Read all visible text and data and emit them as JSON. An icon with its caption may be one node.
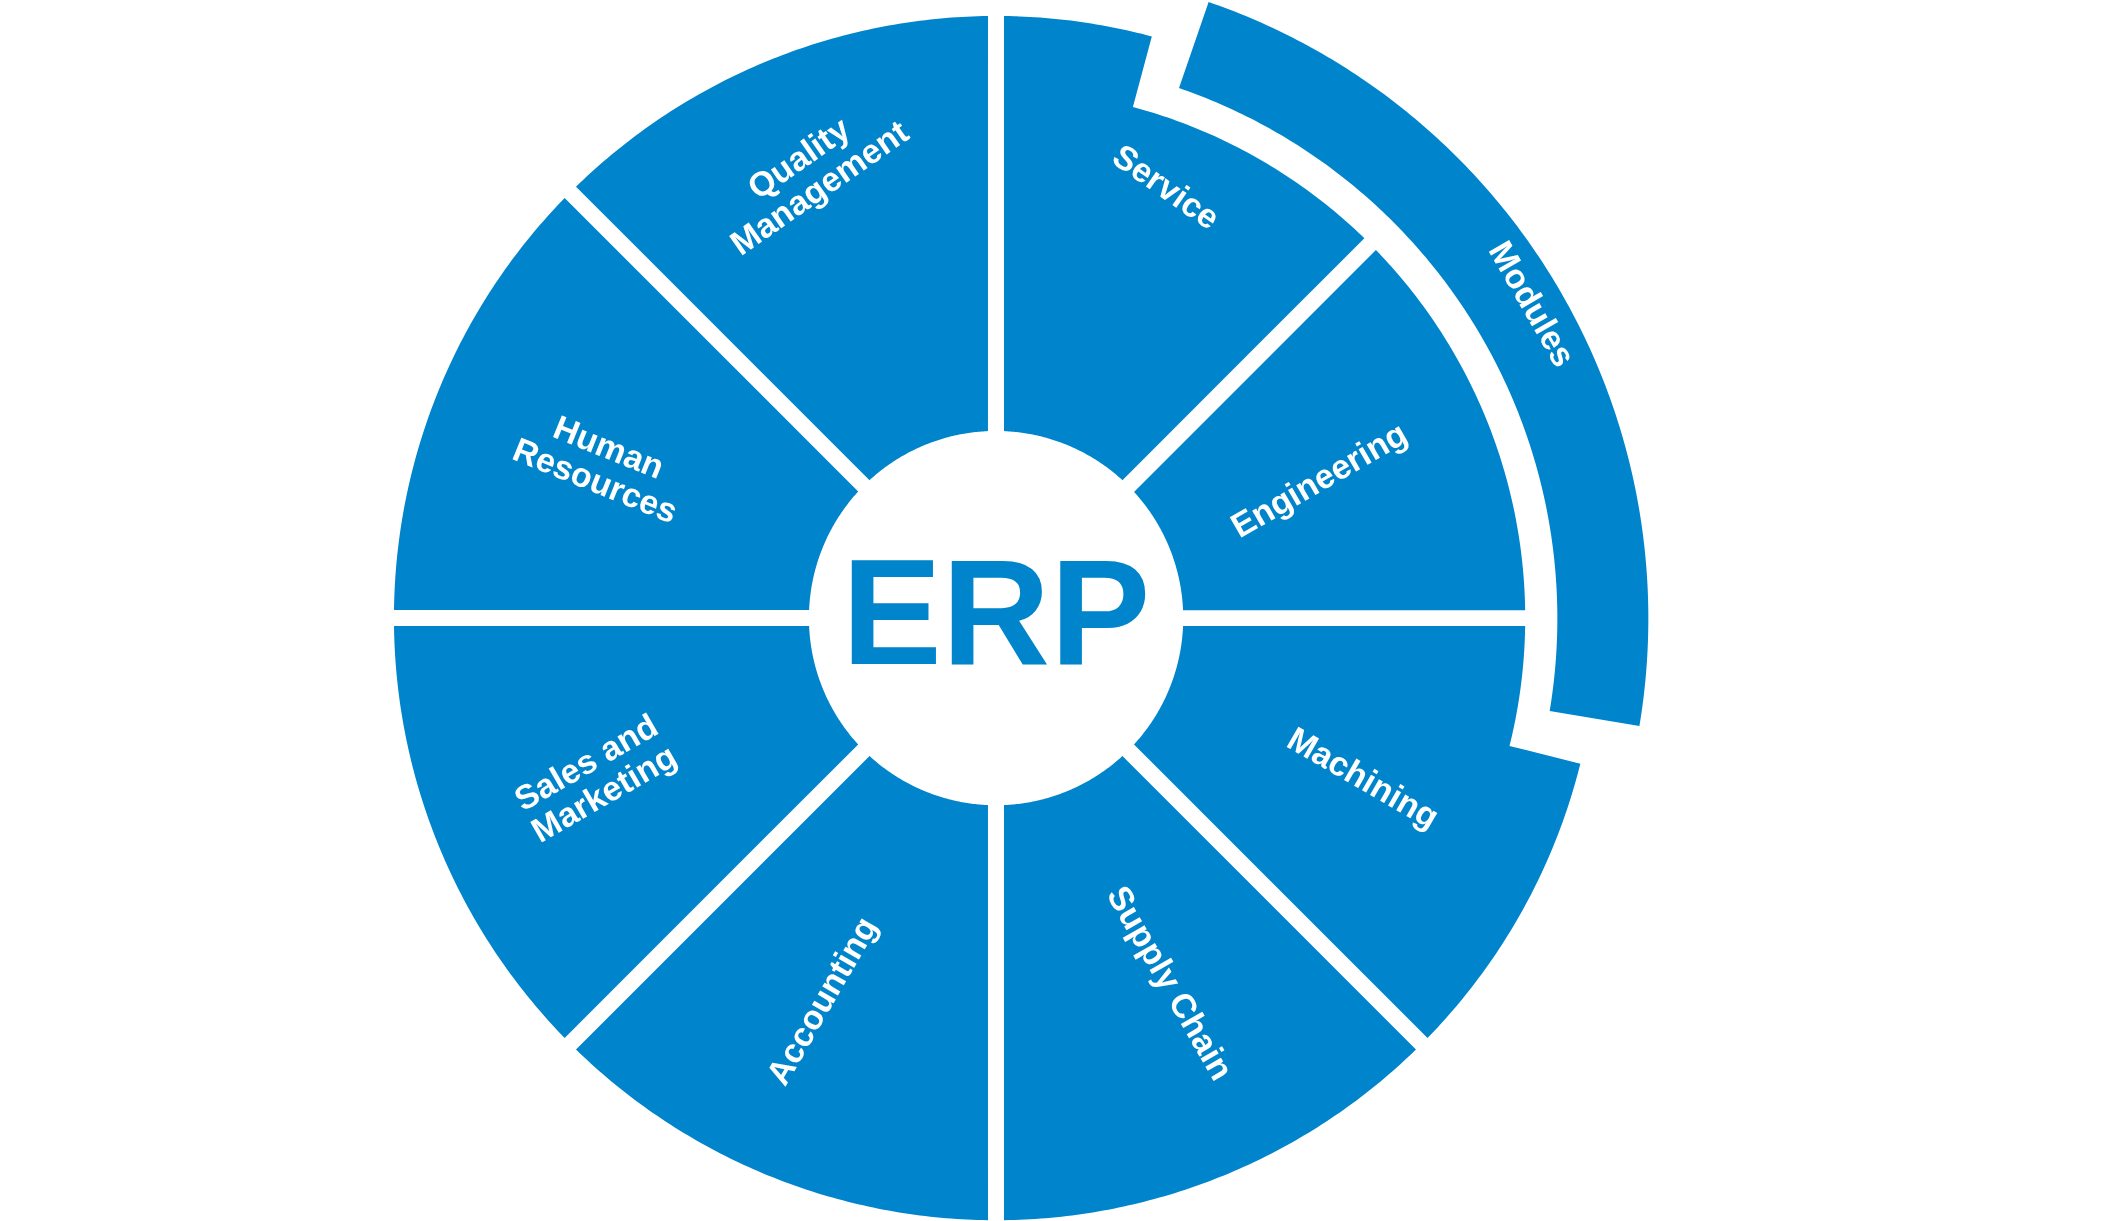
{
  "diagram": {
    "nodes": [
      {
        "text": [
          "ERP"
        ]
      },
      {
        "text": [
          "Modules"
        ]
      },
      {
        "text": [
          "Service"
        ]
      },
      {
        "text": [
          "Engineering"
        ]
      },
      {
        "text": [
          "Machining"
        ]
      },
      {
        "text": [
          "Supply Chain"
        ]
      },
      {
        "text": [
          "Accounting"
        ]
      },
      {
        "text": [
          "Sales and Marketing"
        ]
      },
      {
        "text": [
          "Human Resources"
        ]
      },
      {
        "text": [
          "Quality Management"
        ]
      }
    ]
  }
}
